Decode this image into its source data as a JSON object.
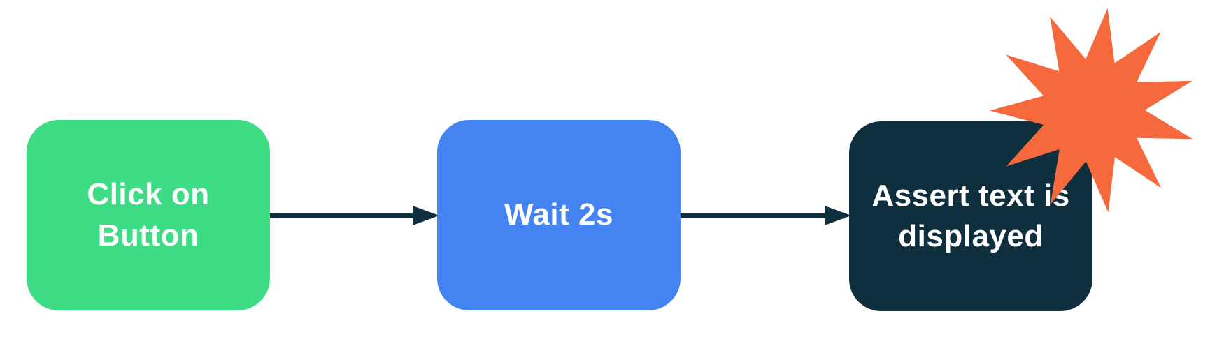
{
  "diagram": {
    "type": "flowchart",
    "orientation": "horizontal",
    "nodes": [
      {
        "id": "click-on-button",
        "label": "Click on Button",
        "color_key": "green"
      },
      {
        "id": "wait-2s",
        "label": "Wait 2s",
        "color_key": "blue"
      },
      {
        "id": "assert-text-displayed",
        "label": "Assert text is displayed",
        "color_key": "navy",
        "decoration": "burst-star-icon"
      }
    ],
    "connectors": [
      {
        "from": "click-on-button",
        "to": "wait-2s",
        "style": "arrow-right"
      },
      {
        "from": "wait-2s",
        "to": "assert-text-displayed",
        "style": "arrow-right"
      }
    ]
  },
  "colors": {
    "green": "#3EDC84",
    "blue": "#4484F2",
    "navy": "#0F2F3E",
    "orange": "#F6693C",
    "text": "#FFFFFF",
    "bg": "#FFFFFF"
  }
}
